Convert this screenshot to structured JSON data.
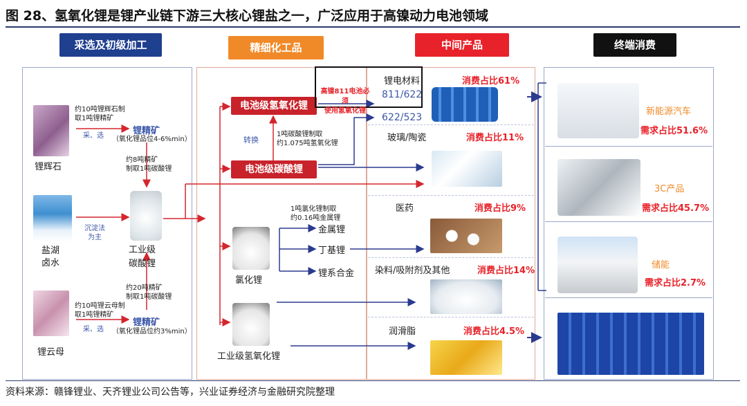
{
  "title": "图 28、氢氧化锂是锂产业链下游三大核心锂盐之一，广泛应用于高镍动力电池领域",
  "headers": {
    "col1": "采选及初级加工",
    "col2": "精细化工品",
    "col3": "中间产品",
    "col4": "终端消费"
  },
  "colors": {
    "col1_header": "#1f3f8f",
    "col2_header": "#f08a28",
    "col3_header": "#e8222a",
    "col4_header": "#111111",
    "product_box": "#c8222a",
    "flow_red": "#d4262d",
    "flow_blue": "#2b3a8f"
  },
  "col1": {
    "spodumene": "锂辉石",
    "spodumene_note": [
      "约10吨锂辉石制",
      "取1吨锂精矿"
    ],
    "spodumene_process": "采、选",
    "concentrate1": "锂精矿",
    "concentrate1_note": "（氧化锂品位4-6%min）",
    "to_carbonate_note1": [
      "约8吨精矿",
      "制取1吨碳酸锂"
    ],
    "brine": [
      "盐湖",
      "卤水"
    ],
    "brine_process": [
      "沉淀法",
      "为主"
    ],
    "industrial_carbonate": [
      "工业级",
      "碳酸锂"
    ],
    "to_carbonate_note2": [
      "约20吨精矿",
      "制取1吨碳酸锂"
    ],
    "lepidolite": "锂云母",
    "lepidolite_note": [
      "约10吨锂云母制",
      "取1吨锂精矿"
    ],
    "lepidolite_process": "采、选",
    "concentrate2": "锂精矿",
    "concentrate2_note": "（氧化锂品位约3%min）"
  },
  "col2": {
    "battery_hydroxide": "电池级氢氧化锂",
    "convert": "转换",
    "convert_note": [
      "1吨碳酸锂制取",
      "约1.075吨氢氧化锂"
    ],
    "battery_carbonate": "电池级碳酸锂",
    "lithium_chloride": "氯化锂",
    "chloride_note": [
      "1吨氯化锂制取",
      "约0.16吨金属锂"
    ],
    "metal_lithium": "金属锂",
    "butyl_lithium": "丁基锂",
    "lithium_alloy": "锂系合金",
    "industrial_hydroxide": "工业级氢氧化锂"
  },
  "callout": [
    "高镍811电池必须",
    "使用氢氧化锂"
  ],
  "col3": {
    "cathode": "锂电材料",
    "cathode_share": "消费占比61%",
    "ncm811": "811/622",
    "ncm523": "622/523",
    "glass": "玻璃/陶瓷",
    "glass_share": "消费占比11%",
    "pharma": "医药",
    "pharma_share": "消费占比9%",
    "dye": "染料/吸附剂及其他",
    "dye_share": "消费占比14%",
    "grease": "润滑脂",
    "grease_share": "消费占比4.5%"
  },
  "col4": {
    "ev": "新能源汽车",
    "ev_share": "需求占比51.6%",
    "3c": "3C产品",
    "3c_share": "需求占比45.7%",
    "storage": "储能",
    "storage_share": "需求占比2.7%"
  },
  "footer": "资料来源：赣锋锂业、天齐锂业公司公告等，兴业证券经济与金融研究院整理"
}
